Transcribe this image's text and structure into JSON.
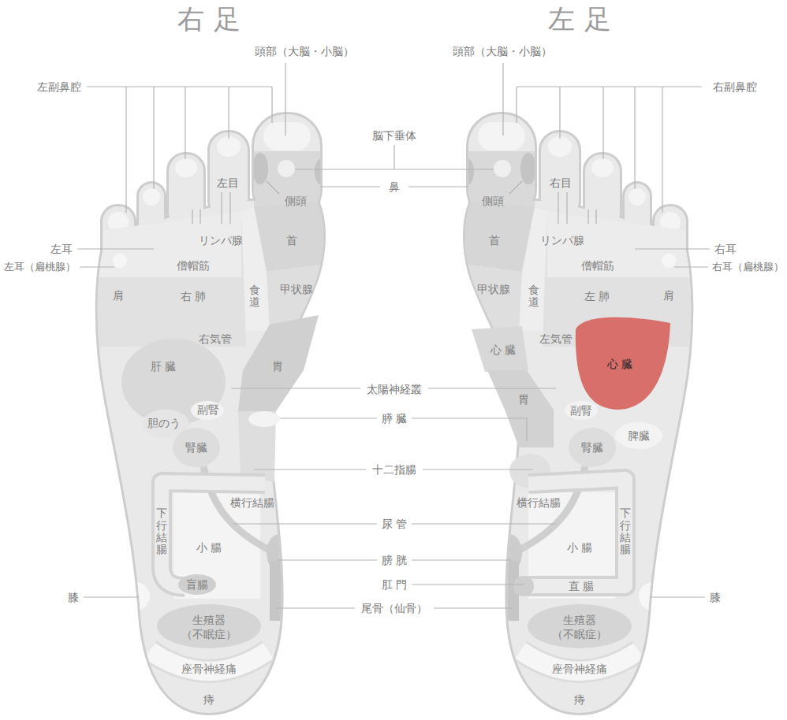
{
  "diagram": {
    "nodes": [
      {
        "text": [
          "右足"
        ]
      },
      {
        "text": [
          "側頭"
        ],
        "in": 0
      },
      {
        "text": [
          "首"
        ],
        "in": 0
      },
      {
        "text": [
          "リンパ腺"
        ],
        "in": 0
      },
      {
        "text": [
          "僧帽筋"
        ],
        "in": 0
      },
      {
        "text": [
          "肩"
        ],
        "in": 0
      },
      {
        "text": [
          "右 肺"
        ],
        "in": 0
      },
      {
        "text": [
          "食道"
        ],
        "in": 0
      },
      {
        "text": [
          "甲状腺"
        ],
        "in": 0
      },
      {
        "text": [
          "右気管"
        ],
        "in": 0
      },
      {
        "text": [
          "肝 臓"
        ],
        "in": 0
      },
      {
        "text": [
          "胃"
        ],
        "in": 0
      },
      {
        "text": [
          "副腎"
        ],
        "in": 0
      },
      {
        "text": [
          "胆のう"
        ],
        "in": 0
      },
      {
        "text": [
          "腎臓"
        ],
        "in": 0
      },
      {
        "text": [
          "横行結腸"
        ],
        "in": 0
      },
      {
        "text": [
          "下行結腸"
        ],
        "in": 0
      },
      {
        "text": [
          "小 腸"
        ],
        "in": 0
      },
      {
        "text": [
          "盲腸"
        ],
        "in": 0
      },
      {
        "text": [
          "生殖器 （不眠症）"
        ],
        "in": 0
      },
      {
        "text": [
          "座骨神経痛"
        ],
        "in": 0
      },
      {
        "text": [
          "左足"
        ]
      },
      {
        "text": [
          "側頭"
        ],
        "in": 21
      },
      {
        "text": [
          "首"
        ],
        "in": 21
      },
      {
        "text": [
          "リンパ腺"
        ],
        "in": 21
      },
      {
        "text": [
          "僧帽筋"
        ],
        "in": 21
      },
      {
        "text": [
          "甲状腺"
        ],
        "in": 21
      },
      {
        "text": [
          "食道"
        ],
        "in": 21
      },
      {
        "text": [
          "左 肺"
        ],
        "in": 21
      },
      {
        "text": [
          "肩"
        ],
        "in": 21
      },
      {
        "text": [
          "心 臓"
        ],
        "in": 21
      },
      {
        "text": [
          "左気管"
        ],
        "in": 21
      },
      {
        "text": [
          "心 臓"
        ],
        "in": 21
      },
      {
        "text": [
          "胃"
        ],
        "in": 21
      },
      {
        "text": [
          "副腎"
        ],
        "in": 21
      },
      {
        "text": [
          "脾臓"
        ],
        "in": 21
      },
      {
        "text": [
          "腎臓"
        ],
        "in": 21
      },
      {
        "text": [
          "横行結腸"
        ],
        "in": 21
      },
      {
        "text": [
          "下行結腸"
        ],
        "in": 21
      },
      {
        "text": [
          "小 腸"
        ],
        "in": 21
      },
      {
        "text": [
          "直 腸"
        ],
        "in": 21
      },
      {
        "text": [
          "生殖器 （不眠症）"
        ],
        "in": 21
      },
      {
        "text": [
          "座骨神経痛"
        ],
        "in": 21
      }
    ],
    "labels": [
      "頭部（大脳・小脳）",
      "頭部（大脳・小脳）",
      "左副鼻腔",
      "右副鼻腔",
      "脳下垂体",
      "左目",
      "右目",
      "鼻",
      "左耳",
      "左耳（扁桃腺）",
      "右耳",
      "右耳（扁桃腺）",
      "太陽神経叢",
      "膵 臓",
      "十二指腸",
      "尿 管",
      "膀 胱",
      "肛 門",
      "尾骨（仙骨）",
      "膝",
      "膝",
      "痔",
      "痔"
    ]
  }
}
